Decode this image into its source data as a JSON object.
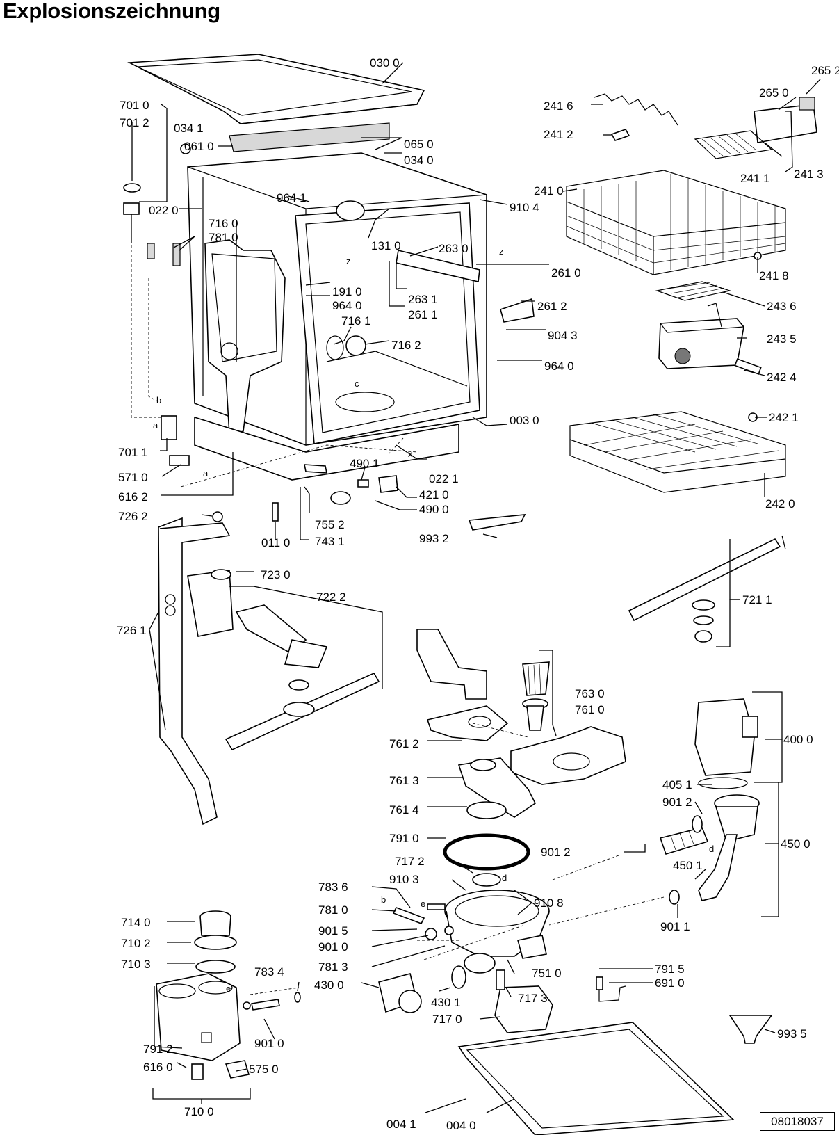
{
  "title": "Explosionszeichnung",
  "document_number": "08018037",
  "callouts": [
    "030 0",
    "034 1",
    "061 0",
    "065 0",
    "034 0",
    "701 0",
    "701 2",
    "022 0",
    "964 1",
    "910 4",
    "716 0",
    "781 0",
    "131 0",
    "263 0",
    "261 0",
    "191 0",
    "964 0",
    "263 1",
    "261 1",
    "261 2",
    "716 1",
    "716 2",
    "904 3",
    "964 0",
    "003 0",
    "701 1",
    "571 0",
    "616 2",
    "490 1",
    "022 1",
    "421 0",
    "490 0",
    "726 2",
    "011 0",
    "755 2",
    "743 1",
    "993 2",
    "723 0",
    "722 2",
    "726 1",
    "241 6",
    "241 2",
    "265 2",
    "265 0",
    "241 1",
    "241 3",
    "241 0",
    "241 8",
    "243 6",
    "243 5",
    "242 4",
    "242 1",
    "242 0",
    "721 1",
    "763 0",
    "761 0",
    "761 2",
    "761 3",
    "761 4",
    "791 0",
    "717 2",
    "910 3",
    "910 8",
    "783 6",
    "781 0",
    "901 5",
    "901 0",
    "781 3",
    "751 0",
    "430 0",
    "430 1",
    "717 3",
    "717 0",
    "791 5",
    "691 0",
    "400 0",
    "405 1",
    "901 2",
    "901 2",
    "450 1",
    "450 0",
    "901 1",
    "993 5",
    "714 0",
    "710 2",
    "710 3",
    "783 4",
    "901 0",
    "791 2",
    "616 0",
    "575 0",
    "710 0",
    "004 1",
    "004 0"
  ],
  "markers": [
    "z",
    "z",
    "c",
    "x",
    "a",
    "b",
    "a",
    "b",
    "e",
    "d",
    "d",
    "e"
  ]
}
